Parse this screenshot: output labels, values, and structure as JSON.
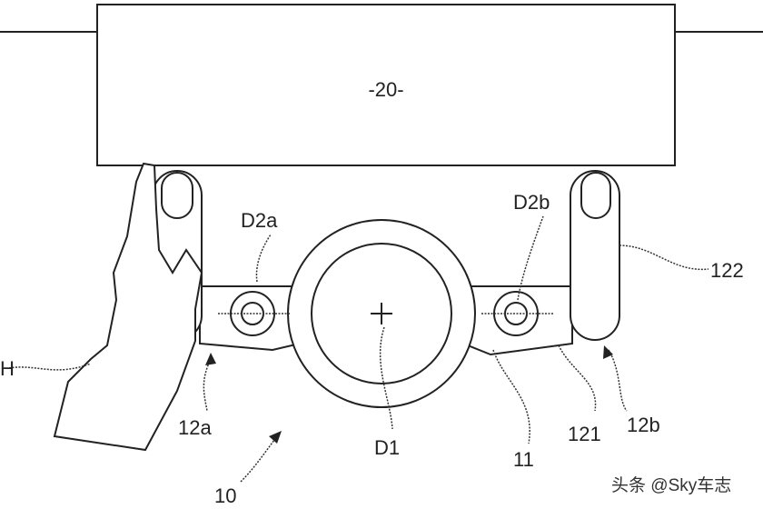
{
  "labels": {
    "block": "-20-",
    "pivot_left": "D2a",
    "pivot_right": "D2b",
    "center_axis": "D1",
    "handle_right_grip": "122",
    "handle_left": "12a",
    "handle_right": "12b",
    "handle_right_arm": "121",
    "hub": "11",
    "assembly": "10",
    "hand": "H"
  },
  "watermark": "头条 @Sky车志"
}
